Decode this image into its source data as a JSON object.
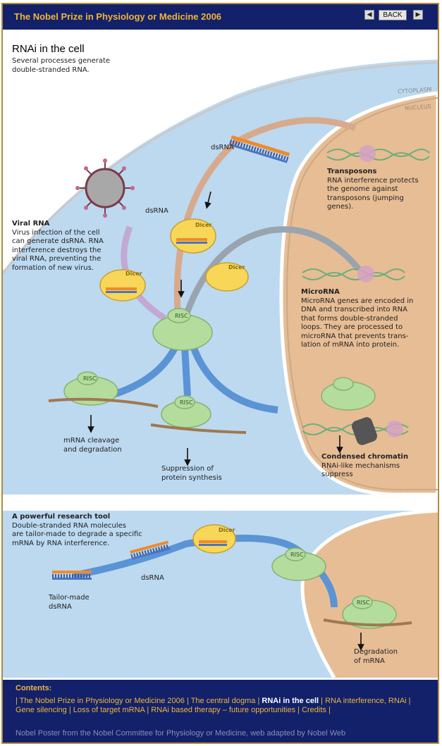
{
  "header": {
    "title": "The Nobel Prize in Physiology or Medicine 2006",
    "back_label": "BACK",
    "prev_icon": "triangle-left",
    "next_icon": "triangle-right"
  },
  "main": {
    "heading": "RNAi in the cell",
    "intro_line1": "Several processes generate",
    "intro_line2": "double-stranded RNA.",
    "cytoplasm_label": "CYTOPLASM",
    "nucleus_label": "NUCLEUS",
    "dsrna_top": "dsRNA",
    "dsrna_viral": "dsRNA",
    "dicer_label": "Dicer",
    "risc_label": "RISC",
    "transposons": {
      "title": "Transposons",
      "lines": [
        "RNA interference protects",
        "the genome against",
        "transposons (jumping",
        "genes)."
      ]
    },
    "viral": {
      "title": "Viral RNA",
      "lines": [
        "Virus infection of the cell",
        "can generate dsRNA. RNA",
        "interference destroys the",
        "viral RNA, preventing the",
        "formation of new virus."
      ]
    },
    "microrna": {
      "title": "MicroRNA",
      "lines": [
        "MicroRNA genes are encoded in",
        "DNA and transcribed into RNA",
        "that forms double-stranded",
        "loops. They are processed to",
        "microRNA that prevents trans-",
        "lation of mRNA into protein."
      ]
    },
    "chromatin": {
      "title": "Condensed chromatin",
      "lines": [
        "RNAi-like mechanisms",
        "suppress"
      ]
    },
    "mrna_cleavage": [
      "mRNA cleavage",
      "and degradation"
    ],
    "suppression": [
      "Suppression of",
      "protein synthesis"
    ]
  },
  "tool": {
    "title": "A powerful research tool",
    "lines": [
      "Double-stranded RNA molecules",
      "are tailor-made to degrade a specific",
      "mRNA by RNA interference."
    ],
    "tailor_made": [
      "Tailor-made",
      "dsRNA"
    ],
    "dsrna": "dsRNA",
    "degradation": [
      "Degradation",
      "of mRNA"
    ]
  },
  "footer": {
    "contents_heading": "Contents:",
    "links": [
      {
        "label": "The Nobel Prize in Physiology or Medicine 2006",
        "active": false
      },
      {
        "label": "The central dogma",
        "active": false
      },
      {
        "label": "RNAi in the cell",
        "active": true
      },
      {
        "label": "RNA interference, RNAi",
        "active": false
      },
      {
        "label": "Gene silencing",
        "active": false
      },
      {
        "label": "Loss of target mRNA",
        "active": false
      },
      {
        "label": "RNAi based therapy – future opportunities",
        "active": false
      },
      {
        "label": "Credits",
        "active": false
      }
    ],
    "credit": "Nobel Poster from the Nobel Committee for Physiology or Medicine, web adapted by Nobel Web"
  },
  "colors": {
    "navy": "#12216a",
    "gold": "#f0b43a",
    "cytoplasm": "#bcd9f0",
    "nucleus": "#e7bd95",
    "risc": "#b4dc9c",
    "dicer": "#f8d658",
    "frame": "#b28a3a"
  }
}
